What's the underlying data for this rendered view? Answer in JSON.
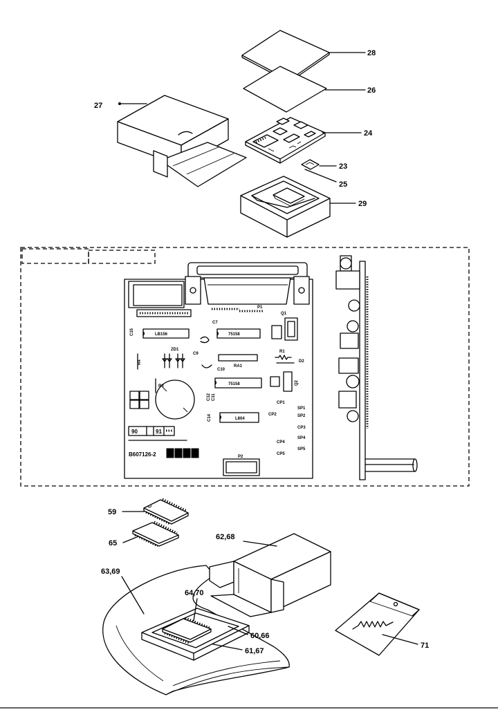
{
  "parts": {
    "p28": "28",
    "p26": "26",
    "p27": "27",
    "p24": "24",
    "p23": "23",
    "p25": "25",
    "p29": "29",
    "p59": "59",
    "p65": "65",
    "p62_68": "62,68",
    "p63_69": "63,69",
    "p64_70": "64,70",
    "p60_66": "60,66",
    "p61_67": "61,67",
    "p71": "71"
  },
  "board": {
    "ic1": "LB156",
    "ic2": "75158",
    "ic3": "75158",
    "ic4": "L804",
    "ra1": "RA1",
    "p1": "P1",
    "p2": "P2",
    "zd1": "ZD1",
    "c7": "C7",
    "c9": "C9",
    "c10": "C10",
    "c11": "C11",
    "c12": "C12",
    "c14": "C14",
    "c15": "C15",
    "q1": "Q1",
    "q2": "Q2",
    "r1": "R1",
    "r3": "R3",
    "r4": "R4",
    "d2": "D2",
    "cp1": "CP1",
    "cp2": "CP2",
    "cp3": "CP3",
    "cp4": "CP4",
    "cp5": "CP5",
    "sp1": "SP1",
    "sp2": "SP2",
    "sp4": "SP4",
    "sp5": "SP5",
    "code": "B607126-2",
    "tag_90": "90",
    "tag_91": "91"
  }
}
